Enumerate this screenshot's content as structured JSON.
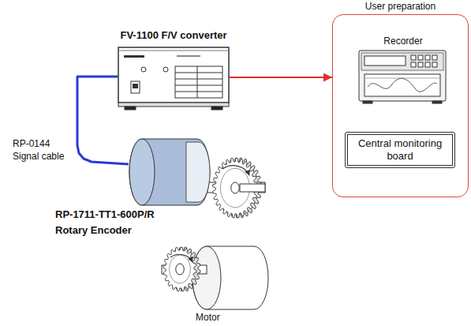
{
  "diagram": {
    "nodes": [
      {
        "text": [
          "User preparation"
        ]
      },
      {
        "text": [
          "Recorder"
        ],
        "in": 0
      },
      {
        "text": [
          "Central monitoring board"
        ],
        "in": 0
      },
      {
        "text": [
          "FV-1100 F/V converter"
        ]
      },
      {
        "text": [
          "RP-1711-TT1-600P/R",
          "Rotary Encoder"
        ]
      },
      {
        "text": [
          "Motor"
        ]
      }
    ],
    "edges": [
      {
        "from": 3,
        "to": 0,
        "arrow": "to"
      },
      {
        "from": 3,
        "to": 4,
        "arrow": "none",
        "label": "RP-0144 Signal cable"
      }
    ]
  }
}
